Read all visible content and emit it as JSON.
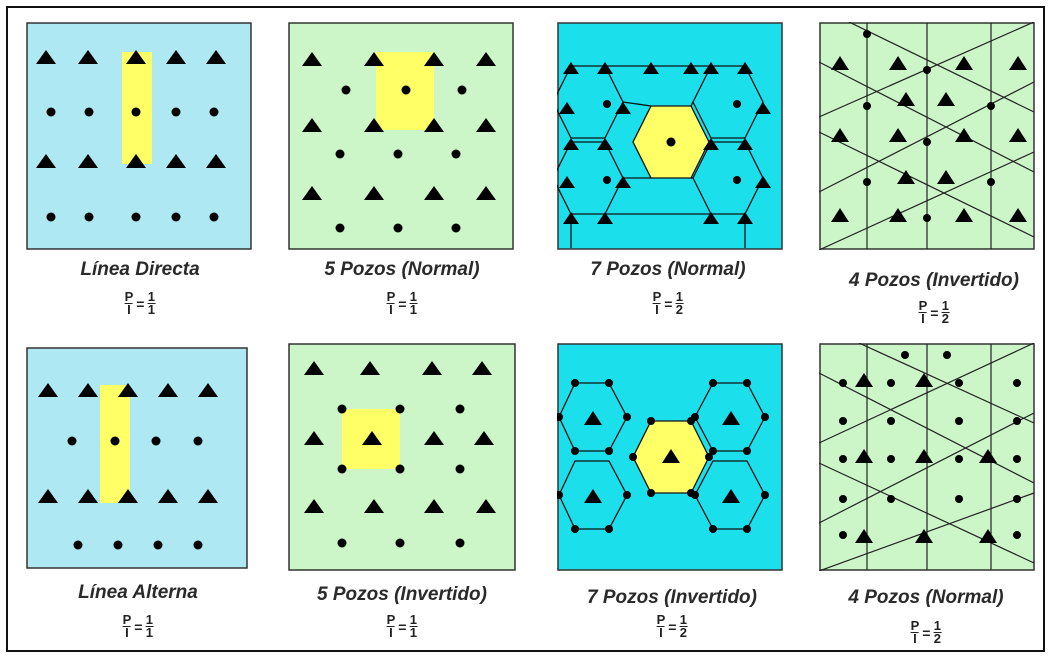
{
  "colors": {
    "light_blue": "#aee9f3",
    "cyan": "#1cdfec",
    "light_green": "#ccf5c8",
    "highlight_yellow": "#ffff66",
    "marker": "#000000"
  },
  "legend_symbols": {
    "triangle": "triangle-marker",
    "dot": "dot-marker"
  },
  "patterns": [
    {
      "id": "linea-directa",
      "label": "Línea Directa",
      "ratio": {
        "num_left": "P",
        "den_left": "I",
        "num_right": "1",
        "den_right": "1"
      }
    },
    {
      "id": "5-pozos-normal",
      "label": "5 Pozos (Normal)",
      "ratio": {
        "num_left": "P",
        "den_left": "I",
        "num_right": "1",
        "den_right": "1"
      }
    },
    {
      "id": "7-pozos-normal",
      "label": "7 Pozos (Normal)",
      "ratio": {
        "num_left": "P",
        "den_left": "I",
        "num_right": "1",
        "den_right": "2"
      }
    },
    {
      "id": "4-pozos-invertido",
      "label": "4 Pozos (Invertido)",
      "ratio": {
        "num_left": "P",
        "den_left": "I",
        "num_right": "1",
        "den_right": "2"
      }
    },
    {
      "id": "linea-alterna",
      "label": "Línea Alterna",
      "ratio": {
        "num_left": "P",
        "den_left": "I",
        "num_right": "1",
        "den_right": "1"
      }
    },
    {
      "id": "5-pozos-invertido",
      "label": "5 Pozos (Invertido)",
      "ratio": {
        "num_left": "P",
        "den_left": "I",
        "num_right": "1",
        "den_right": "1"
      }
    },
    {
      "id": "7-pozos-invertido",
      "label": "7 Pozos (Invertido)",
      "ratio": {
        "num_left": "P",
        "den_left": "I",
        "num_right": "1",
        "den_right": "2"
      }
    },
    {
      "id": "4-pozos-normal",
      "label": "4 Pozos (Normal)",
      "ratio": {
        "num_left": "P",
        "den_left": "I",
        "num_right": "1",
        "den_right": "2"
      }
    }
  ]
}
